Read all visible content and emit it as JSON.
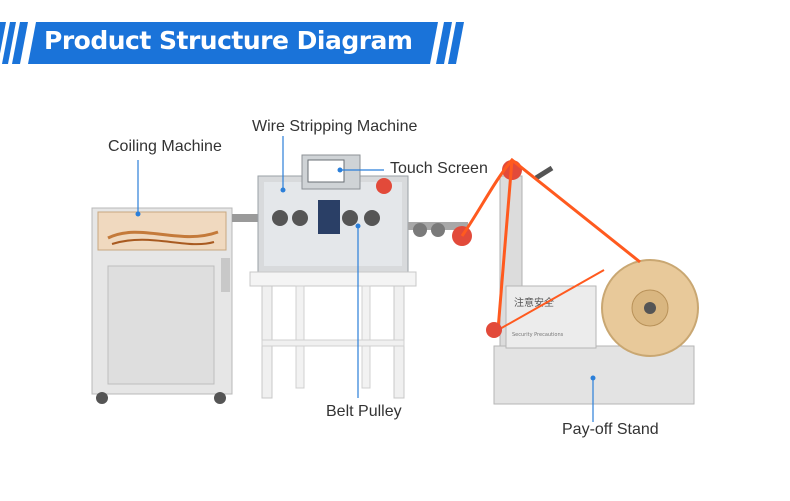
{
  "banner": {
    "title": "Product Structure Diagram",
    "accent": "#1a73d9"
  },
  "labels": {
    "coiling": "Coiling Machine",
    "stripping": "Wire Stripping Machine",
    "touch": "Touch Screen",
    "pulley": "Belt Pulley",
    "payoff": "Pay-off Stand"
  },
  "equipment_text": {
    "warning_cn": "注意安全",
    "warning_en": "Security Precautions"
  },
  "colors": {
    "callout": "#2b7fd9",
    "belt": "#ff5a1f",
    "spool": "#e8c99a"
  },
  "icons": [
    "spool-icon",
    "pulley-icon"
  ]
}
